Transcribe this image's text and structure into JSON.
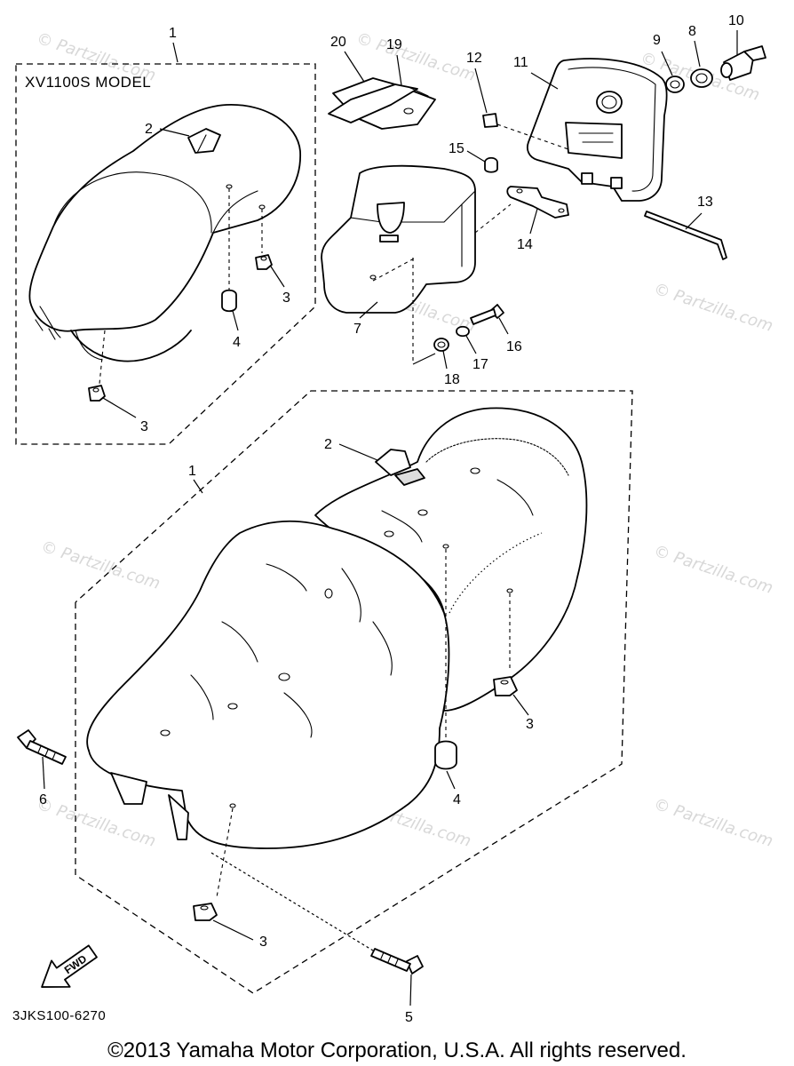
{
  "diagram": {
    "inset_title": "XV1100S MODEL",
    "diagram_code": "3JKS100-6270",
    "fwd_arrow_label": "FWD",
    "copyright": "©2013 Yamaha Motor Corporation, U.S.A. All rights reserved.",
    "watermark": "© Partzilla.com",
    "callouts": [
      "1",
      "2",
      "3",
      "3",
      "4",
      "1",
      "2",
      "3",
      "3",
      "4",
      "5",
      "6",
      "7",
      "8",
      "9",
      "10",
      "11",
      "12",
      "13",
      "14",
      "15",
      "16",
      "17",
      "18",
      "19",
      "20"
    ]
  }
}
